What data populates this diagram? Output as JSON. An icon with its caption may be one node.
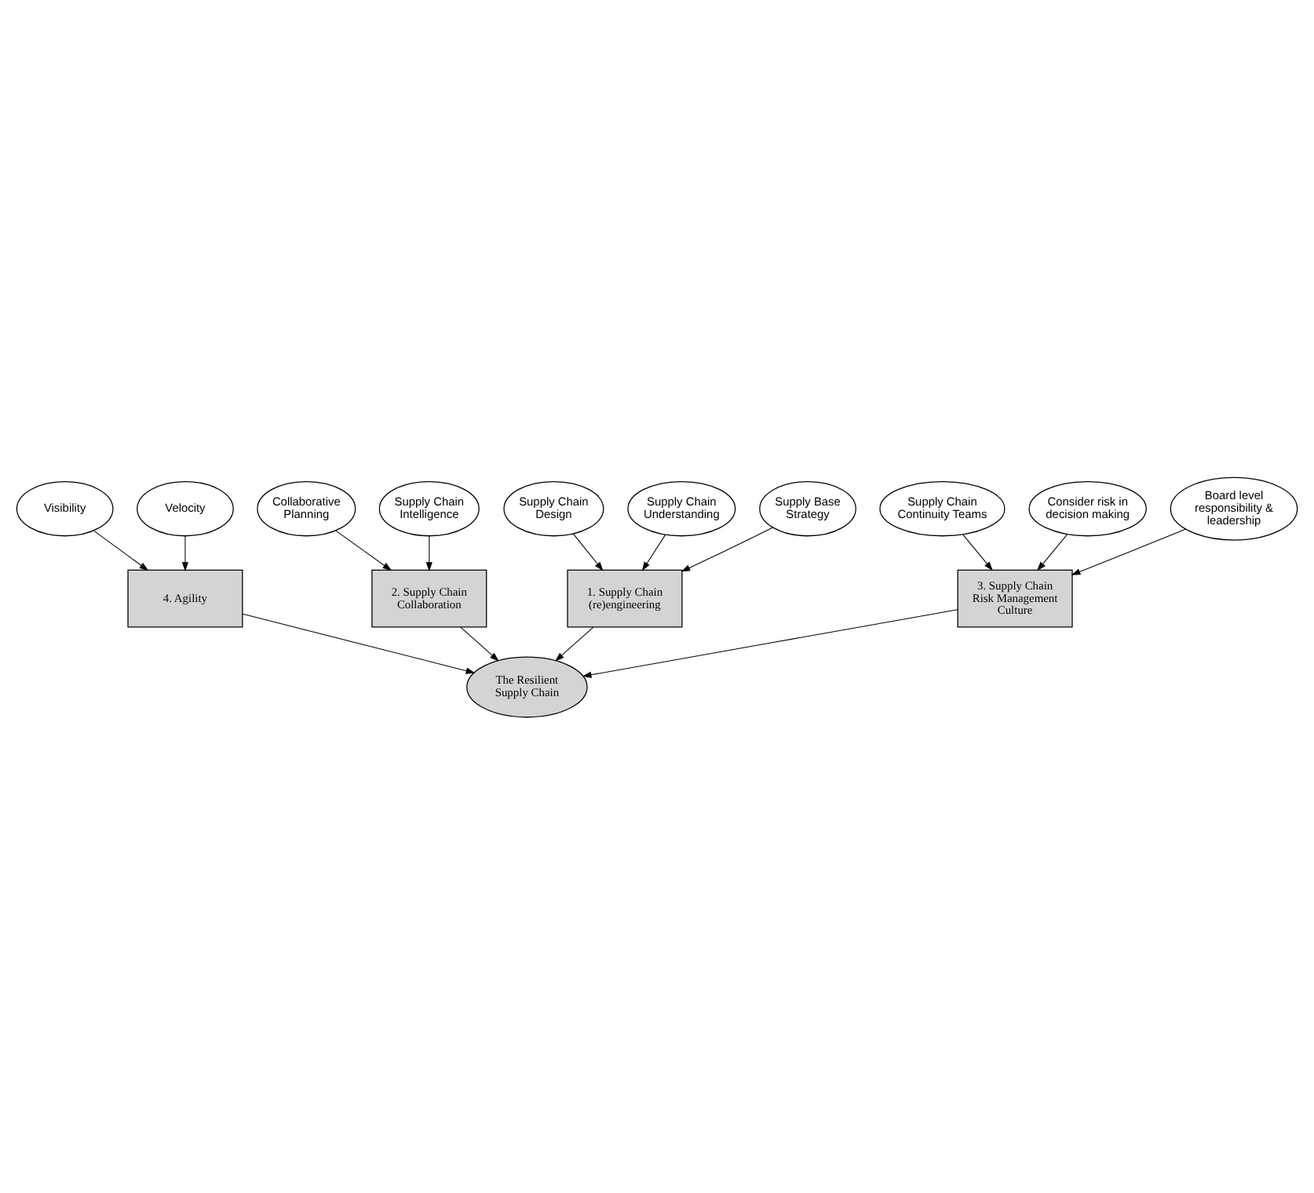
{
  "diagram": {
    "nodes": [
      {
        "text": [
          "Supply Chain Design"
        ]
      },
      {
        "text": [
          "Supply Chain Understanding"
        ]
      },
      {
        "text": [
          "Supply Base Strategy"
        ]
      },
      {
        "text": [
          "1. Supply Chain (re)engineering"
        ]
      },
      {
        "text": [
          "Visibility"
        ]
      },
      {
        "text": [
          "Collaborative Planning"
        ]
      },
      {
        "text": [
          "4. Agility"
        ]
      },
      {
        "text": [
          "The Resilient Supply Chain"
        ]
      },
      {
        "text": [
          "2. Supply Chain Collaboration"
        ]
      },
      {
        "text": [
          "Velocity"
        ]
      },
      {
        "text": [
          "Supply Chain Intelligence"
        ]
      },
      {
        "text": [
          "3. Supply Chain Risk Management Culture"
        ]
      },
      {
        "text": [
          "Supply Chain Continuity Teams"
        ]
      },
      {
        "text": [
          "Consider risk in decision making"
        ]
      },
      {
        "text": [
          "Board level responsibility & leadership"
        ]
      }
    ],
    "edges": [
      {
        "from": 0,
        "to": 3,
        "arrow": "to"
      },
      {
        "from": 1,
        "to": 3,
        "arrow": "to"
      },
      {
        "from": 2,
        "to": 3,
        "arrow": "to"
      },
      {
        "from": 3,
        "to": 7,
        "arrow": "to"
      },
      {
        "from": 4,
        "to": 6,
        "arrow": "to"
      },
      {
        "from": 6,
        "to": 7,
        "arrow": "to"
      },
      {
        "from": 5,
        "to": 8,
        "arrow": "to"
      },
      {
        "from": 8,
        "to": 7,
        "arrow": "to"
      },
      {
        "from": 9,
        "to": 6,
        "arrow": "to"
      },
      {
        "from": 10,
        "to": 8,
        "arrow": "to"
      },
      {
        "from": 11,
        "to": 7,
        "arrow": "to"
      },
      {
        "from": 12,
        "to": 11,
        "arrow": "to"
      },
      {
        "from": 14,
        "to": 11,
        "arrow": "to"
      },
      {
        "from": 13,
        "to": 11,
        "arrow": "to"
      }
    ]
  }
}
